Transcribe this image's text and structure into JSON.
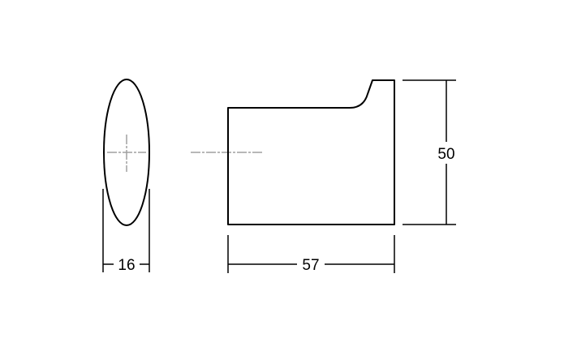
{
  "drawing": {
    "type": "technical dimension drawing",
    "views": [
      "side view (ellipse)",
      "front view (hook profile)"
    ],
    "dimensions": {
      "width_side": "16",
      "width_front": "57",
      "height_front": "50"
    },
    "colors": {
      "outline": "#000000",
      "centerline": "#a0a0a0",
      "background": "#ffffff"
    }
  }
}
